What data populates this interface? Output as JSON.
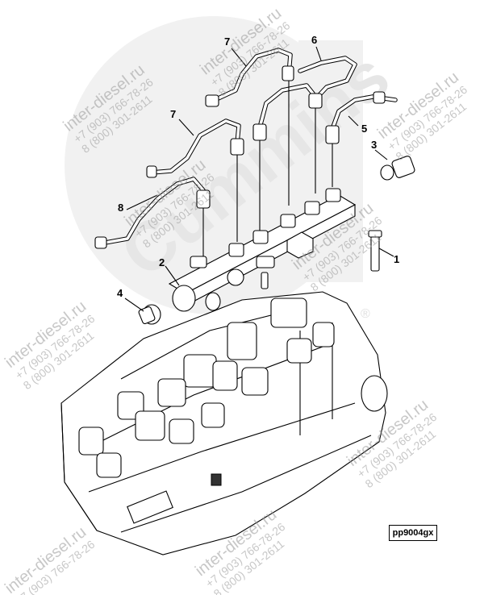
{
  "callouts": [
    {
      "id": "1",
      "label": "1"
    },
    {
      "id": "2",
      "label": "2"
    },
    {
      "id": "3",
      "label": "3"
    },
    {
      "id": "4",
      "label": "4"
    },
    {
      "id": "5",
      "label": "5"
    },
    {
      "id": "6",
      "label": "6"
    },
    {
      "id": "7a",
      "label": "7"
    },
    {
      "id": "7b",
      "label": "7"
    },
    {
      "id": "8",
      "label": "8"
    }
  ],
  "diagram_code": "pp9004gx",
  "watermark": {
    "site": "inter-diesel.ru",
    "phone_1": "+7 (903) 766-78-26",
    "phone_2": "8 (800) 301-2611",
    "logo_text": "Cummins",
    "registered_mark": "®"
  },
  "colors": {
    "line": "#000000",
    "background": "#ffffff",
    "watermark": "#9a9a9a",
    "logo": "#e6e6e6"
  }
}
